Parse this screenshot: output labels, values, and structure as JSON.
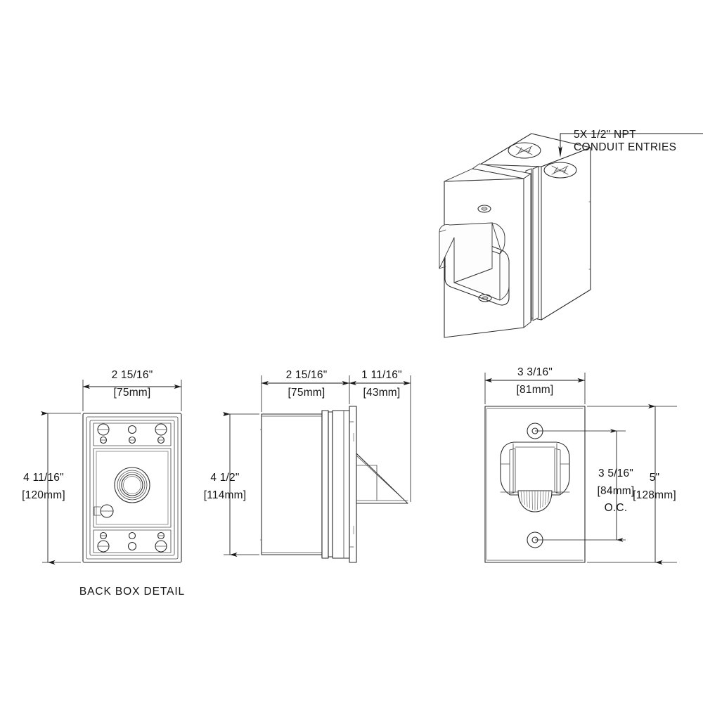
{
  "drawing": {
    "title": "Outdoor Weatherproof Box Assembly Dimensional Drawing",
    "background_color": "#ffffff",
    "line_color": "#2b2b2b",
    "text_color": "#151515"
  },
  "iso_view": {
    "name": "isometric-assembly-view",
    "callout": {
      "line1": "5X 1/2\" NPT",
      "line2": "CONDUIT ENTRIES"
    },
    "features": [
      "conduit-plug-top-left",
      "conduit-plug-top-right",
      "hood-shroud",
      "screw-upper",
      "screw-lower"
    ]
  },
  "back_box_view": {
    "name": "back-box-detail-view",
    "caption": "BACK BOX DETAIL",
    "dimensions": {
      "width": {
        "imperial": "2 15/16\"",
        "metric": "[75mm]"
      },
      "height": {
        "imperial": "4 11/16\"",
        "metric": "[120mm]"
      }
    }
  },
  "side_view": {
    "name": "side-profile-view",
    "dimensions": {
      "box_depth": {
        "imperial": "2 15/16\"",
        "metric": "[75mm]"
      },
      "hood_depth": {
        "imperial": "1 11/16\"",
        "metric": "[43mm]"
      },
      "height": {
        "imperial": "4 1/2\"",
        "metric": "[114mm]"
      }
    }
  },
  "front_view": {
    "name": "front-elevation-view",
    "dimensions": {
      "width": {
        "imperial": "3 3/16\"",
        "metric": "[81mm]"
      },
      "mounting_oc": {
        "imperial": "3 5/16\"",
        "metric": "[84mm]",
        "note": "O.C."
      },
      "height": {
        "imperial": "5\"",
        "metric": "[128mm]"
      }
    }
  }
}
